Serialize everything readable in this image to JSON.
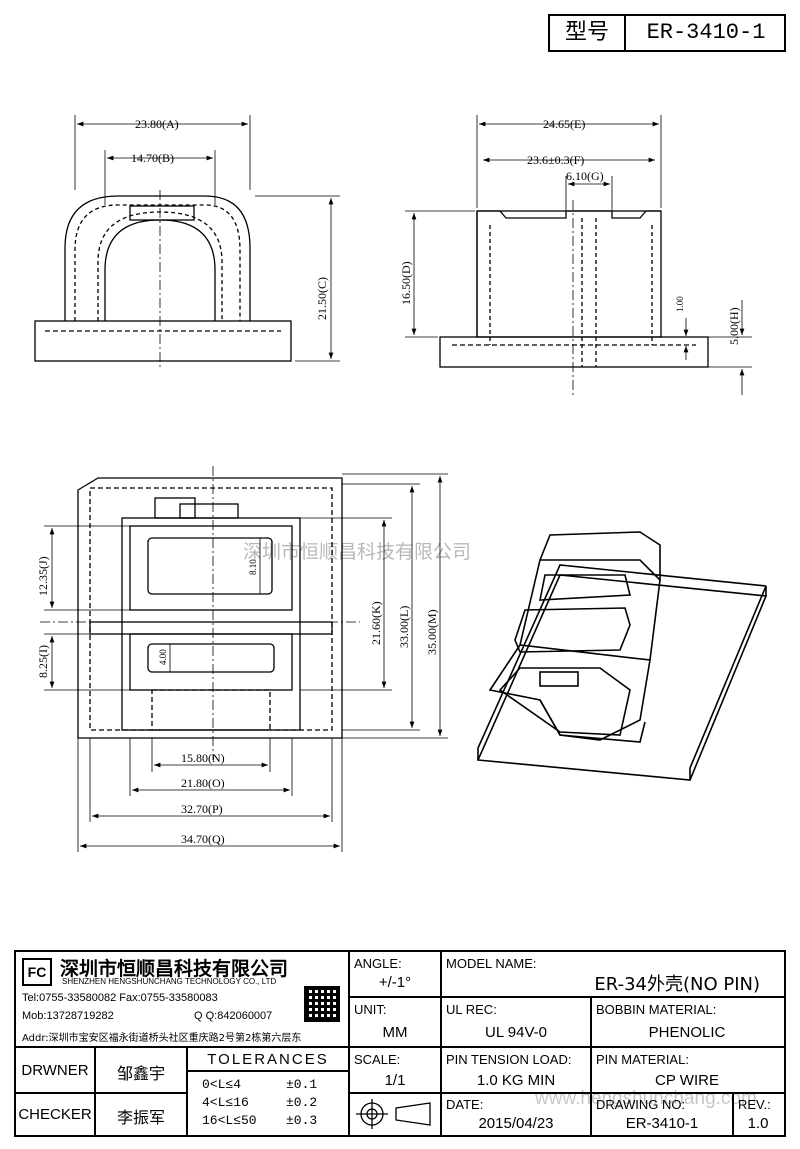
{
  "header": {
    "model_label": "型号",
    "model_value": "ER-3410-1"
  },
  "dimensions": {
    "A": "23.80(A)",
    "B": "14.70(B)",
    "C": "21.50(C)",
    "E": "24.65(E)",
    "F": "23.6±0.3(F)",
    "G": "6.10(G)",
    "D": "16.50(D)",
    "H": "5.00(H)",
    "h_small": "1.00",
    "J": "12.35(J)",
    "I": "8.25(I)",
    "K": "21.60(K)",
    "L": "33.00(L)",
    "M": "35.00(M)",
    "N": "15.80(N)",
    "O": "21.80(O)",
    "P": "32.70(P)",
    "Q": "34.70(Q)",
    "slot1": "8.10",
    "slot2": "4.00"
  },
  "watermark": {
    "company": "深圳市恒顺昌科技有限公司",
    "url": "www.hengshunchang.com"
  },
  "company": {
    "name_cn": "深圳市恒顺昌科技有限公司",
    "name_en": "SHENZHEN HENGSHUNCHANG TECHNOLOGY CO., LTD",
    "tel": "Tel:0755-33580082 Fax:0755-33580083",
    "mob": "Mob:13728719282",
    "qq": "Q Q:842060007",
    "addr": "Addr:深圳市宝安区福永街道桥头社区重庆路2号第2栋第六层东"
  },
  "titleblock": {
    "angle_label": "ANGLE:",
    "angle_value": "+/-1°",
    "model_name_label": "MODEL NAME:",
    "model_name_value": "ER-34外壳(NO PIN)",
    "unit_label": "UNIT:",
    "unit_value": "MM",
    "ul_label": "UL REC:",
    "ul_value": "UL 94V-0",
    "bobbin_label": "BOBBIN MATERIAL:",
    "bobbin_value": "PHENOLIC",
    "drawner_label": "DRWNER",
    "drawner_value": "邹鑫宇",
    "tolerances_label": "TOLERANCES",
    "tol_rows": [
      {
        "range": "0<L≤4",
        "tol": "±0.1"
      },
      {
        "range": "4<L≤16",
        "tol": "±0.2"
      },
      {
        "range": "16<L≤50",
        "tol": "±0.3"
      }
    ],
    "scale_label": "SCALE:",
    "scale_value": "1/1",
    "pin_tension_label": "PIN TENSION LOAD:",
    "pin_tension_value": "1.0 KG MIN",
    "pin_material_label": "PIN MATERIAL:",
    "pin_material_value": "CP WIRE",
    "checker_label": "CHECKER",
    "checker_value": "李振军",
    "date_label": "DATE:",
    "date_value": "2015/04/23",
    "drawing_no_label": "DRAWING NO:",
    "drawing_no_value": "ER-3410-1",
    "rev_label": "REV.:",
    "rev_value": "1.0"
  }
}
